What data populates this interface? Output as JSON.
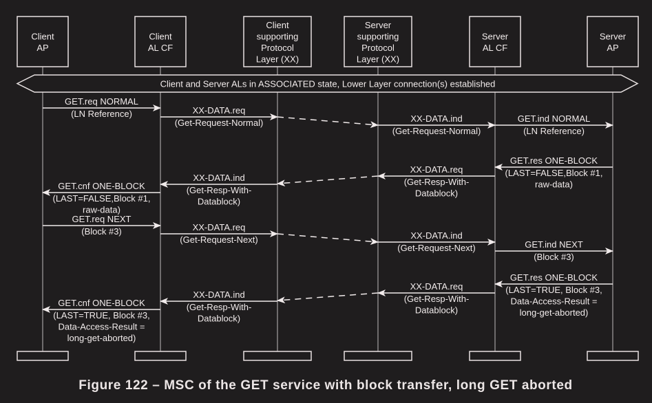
{
  "colors": {
    "background": "#1f1d1e",
    "foreground": "#f1ebeb",
    "lifeline": "#8a8687",
    "box_border": "#e8e2e2"
  },
  "participants": [
    {
      "id": "client-ap",
      "lines": [
        "Client",
        "AP"
      ]
    },
    {
      "id": "client-al-cf",
      "lines": [
        "Client",
        "AL CF"
      ]
    },
    {
      "id": "client-pl",
      "lines": [
        "Client",
        "supporting",
        "Protocol",
        "Layer (XX)"
      ]
    },
    {
      "id": "server-pl",
      "lines": [
        "Server",
        "supporting",
        "Protocol",
        "Layer (XX)"
      ]
    },
    {
      "id": "server-al-cf",
      "lines": [
        "Server",
        "AL CF"
      ]
    },
    {
      "id": "server-ap",
      "lines": [
        "Server",
        "AP"
      ]
    }
  ],
  "banner": {
    "text": "Client and Server ALs in ASSOCIATED state, Lower Layer connection(s) established"
  },
  "messages": [
    {
      "from": 0,
      "to": 1,
      "style": "solid",
      "lines": [
        "GET.req NORMAL",
        "(LN Reference)"
      ]
    },
    {
      "from": 1,
      "to": 2,
      "style": "solid",
      "lines": [
        "XX-DATA.req",
        "(Get-Request-Normal)"
      ]
    },
    {
      "from": 2,
      "to": 3,
      "style": "dashed",
      "lines": []
    },
    {
      "from": 3,
      "to": 4,
      "style": "solid",
      "lines": [
        "XX-DATA.ind",
        "(Get-Request-Normal)"
      ]
    },
    {
      "from": 4,
      "to": 5,
      "style": "solid",
      "lines": [
        "GET.ind NORMAL",
        "(LN Reference)"
      ]
    },
    {
      "from": 5,
      "to": 4,
      "style": "solid",
      "lines": [
        "GET.res ONE-BLOCK",
        "(LAST=FALSE,Block #1,",
        "raw-data)"
      ]
    },
    {
      "from": 4,
      "to": 3,
      "style": "solid",
      "lines": [
        "XX-DATA.req",
        "(Get-Resp-With-",
        "Datablock)"
      ]
    },
    {
      "from": 3,
      "to": 2,
      "style": "dashed",
      "lines": []
    },
    {
      "from": 2,
      "to": 1,
      "style": "solid",
      "lines": [
        "XX-DATA.ind",
        "(Get-Resp-With-",
        "Datablock)"
      ]
    },
    {
      "from": 1,
      "to": 0,
      "style": "solid",
      "lines": [
        "GET.cnf ONE-BLOCK",
        "(LAST=FALSE,Block #1,",
        "raw-data)"
      ]
    },
    {
      "from": 0,
      "to": 1,
      "style": "solid",
      "lines": [
        "GET.req NEXT",
        "(Block #3)"
      ]
    },
    {
      "from": 1,
      "to": 2,
      "style": "solid",
      "lines": [
        "XX-DATA.req",
        "(Get-Request-Next)"
      ]
    },
    {
      "from": 2,
      "to": 3,
      "style": "dashed",
      "lines": []
    },
    {
      "from": 3,
      "to": 4,
      "style": "solid",
      "lines": [
        "XX-DATA.ind",
        "(Get-Request-Next)"
      ]
    },
    {
      "from": 4,
      "to": 5,
      "style": "solid",
      "lines": [
        "GET.ind NEXT",
        "(Block #3)"
      ]
    },
    {
      "from": 5,
      "to": 4,
      "style": "solid",
      "lines": [
        "GET.res ONE-BLOCK",
        "(LAST=TRUE, Block #3,",
        "Data-Access-Result =",
        "long-get-aborted)"
      ]
    },
    {
      "from": 4,
      "to": 3,
      "style": "solid",
      "lines": [
        "XX-DATA.req",
        "(Get-Resp-With-",
        "Datablock)"
      ]
    },
    {
      "from": 3,
      "to": 2,
      "style": "dashed",
      "lines": []
    },
    {
      "from": 2,
      "to": 1,
      "style": "solid",
      "lines": [
        "XX-DATA.ind",
        "(Get-Resp-With-",
        "Datablock)"
      ]
    },
    {
      "from": 1,
      "to": 0,
      "style": "solid",
      "lines": [
        "GET.cnf ONE-BLOCK",
        "(LAST=TRUE, Block #3,",
        "Data-Access-Result =",
        "long-get-aborted)"
      ]
    }
  ],
  "caption": "Figure 122 – MSC of the GET service with block transfer, long GET aborted"
}
